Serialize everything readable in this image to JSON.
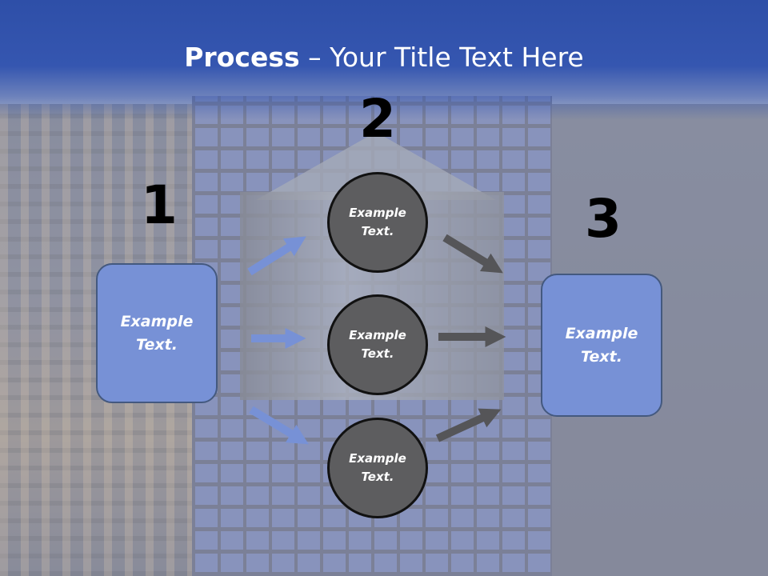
{
  "title": {
    "bold": "Process",
    "rest": " – Your Title Text Here"
  },
  "steps": {
    "one": "1",
    "two": "2",
    "three": "3"
  },
  "left_box": {
    "text": "Example\nText."
  },
  "right_box": {
    "text": "Example\nText."
  },
  "circles": [
    {
      "text": "Example\nText."
    },
    {
      "text": "Example\nText."
    },
    {
      "text": "Example\nText."
    }
  ],
  "colors": {
    "banner": "#3556b0",
    "box_fill": "#7791d6",
    "circle_fill": "#5d5d5f",
    "arrow_blue": "#7791d6",
    "arrow_gray": "#555558"
  }
}
